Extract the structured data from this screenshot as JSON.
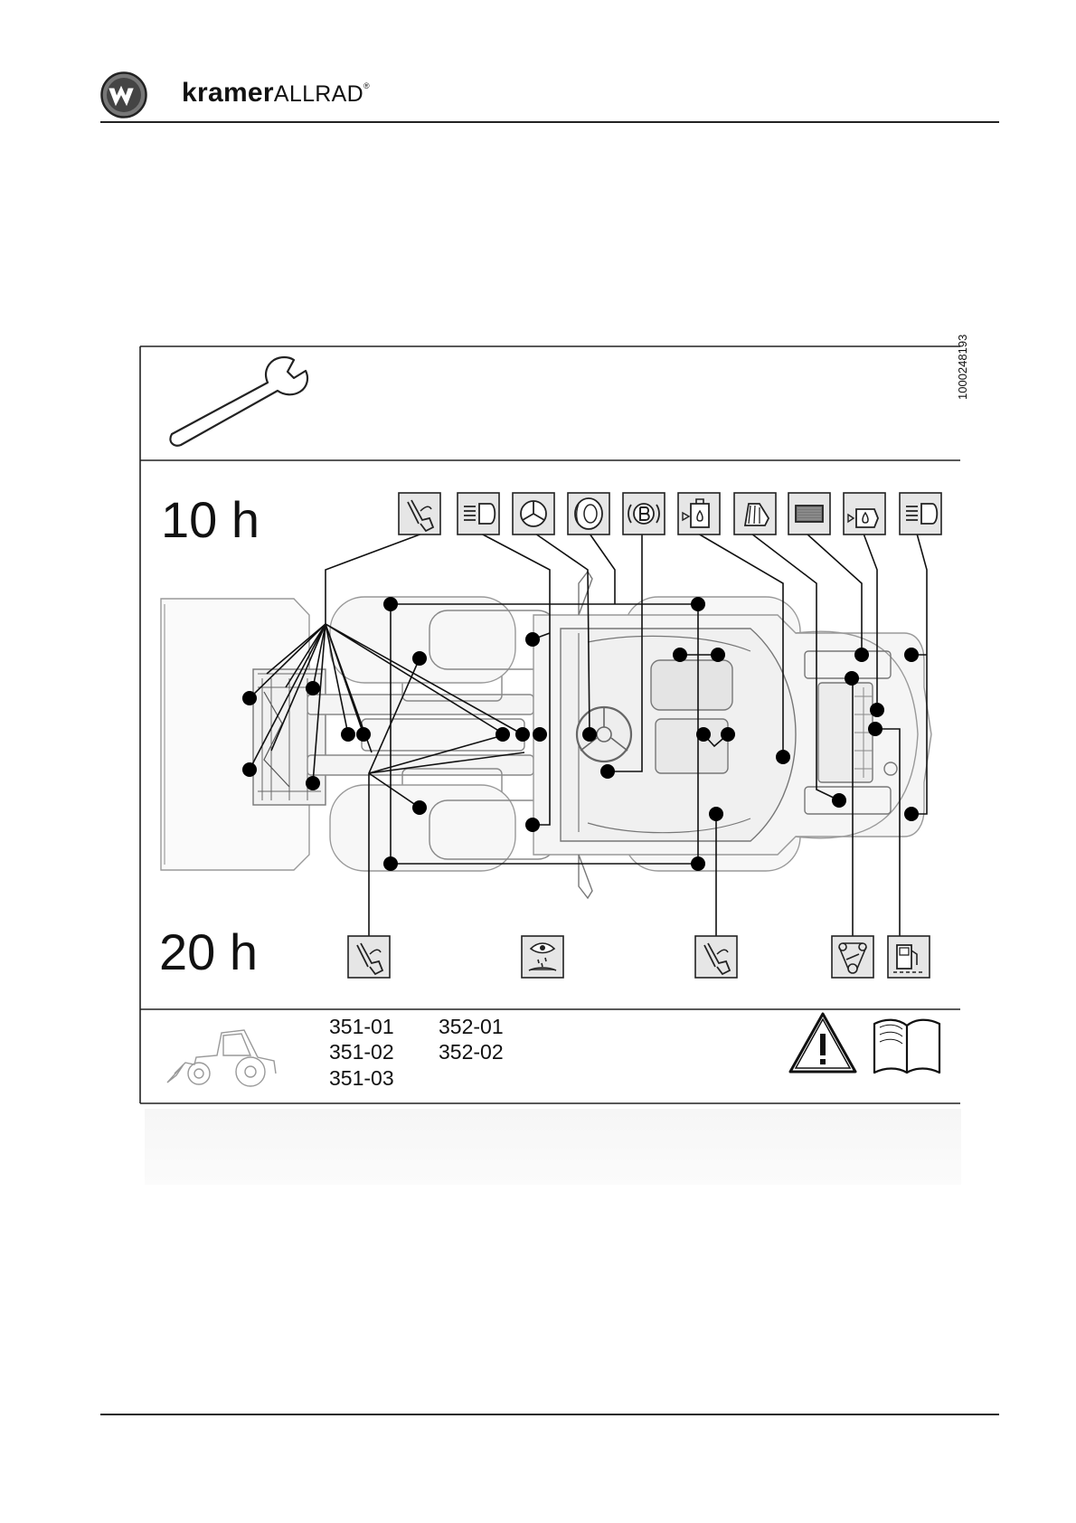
{
  "header": {
    "logo_icon": "kramer-w-logo-icon",
    "brand_name_bold": "kramer",
    "brand_name_light": "ALLRAD",
    "brand_registered": "®"
  },
  "panel": {
    "document_id": "1000248193",
    "tool_icon": "wrench-icon",
    "interval_10h": "10 h",
    "interval_20h": "20 h",
    "icons_10h": [
      "grease-gun-icon",
      "front-light-icon",
      "steering-wheel-icon",
      "tyre-icon",
      "brake-icon",
      "hydraulic-oil-icon",
      "warning-light-icon",
      "air-filter-icon",
      "engine-oil-icon",
      "rear-light-icon"
    ],
    "icons_20h": [
      "grease-gun-icon",
      "visual-inspection-icon",
      "grease-gun-icon",
      "belt-drive-icon",
      "fuel-icon"
    ],
    "model_refs_col1": [
      "351-01",
      "351-02",
      "351-03"
    ],
    "model_refs_col2": [
      "352-01",
      "352-02"
    ],
    "footer_icons": [
      "wheel-loader-icon",
      "warning-triangle-icon",
      "manual-book-icon"
    ]
  }
}
